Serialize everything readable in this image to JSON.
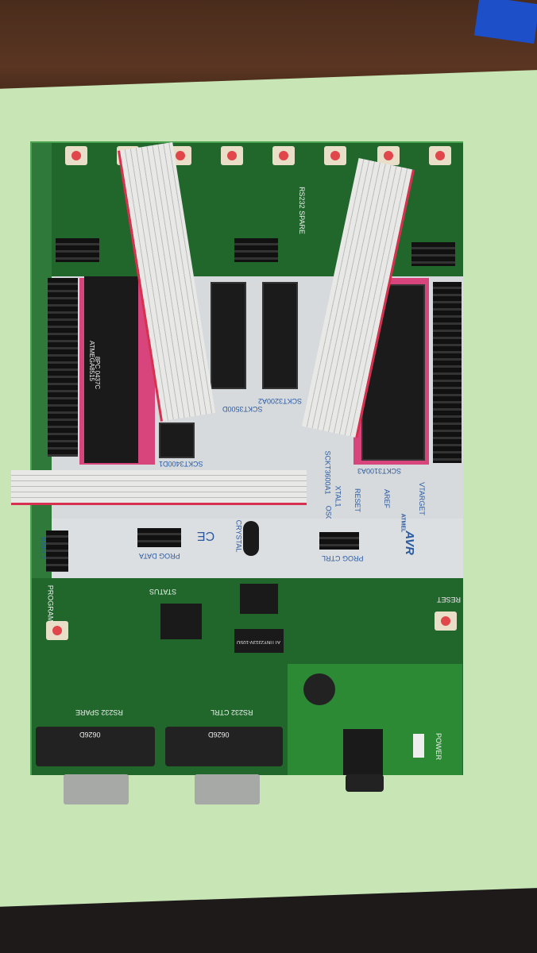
{
  "board": {
    "brand": "AVR",
    "logo": "ATMEL",
    "mcu": "ATMEGA8515",
    "mcu_sub": "8PC 0437C",
    "attiny": "ATTINY2313V-10SU",
    "labels": {
      "program": "PROGRAM",
      "reset": "RESET",
      "power": "POWER",
      "status": "STATUS",
      "rs232_spare": "RS232 SPARE",
      "rs232_ctrl": "RS232 CTRL",
      "rs232_spare_top": "RS232 SPARE",
      "prog_data": "PROG DATA",
      "prog_ctrl": "PROG CTRL",
      "crystal": "CRYSTAL",
      "oscsel": "OSCSEL",
      "xtal1": "XTAL1",
      "reset_jumper": "RESET",
      "aref": "AREF",
      "vtarget": "VTARGET",
      "ce": "CE",
      "bsel2": "BSEL2",
      "sckt3400d1": "SCKT3400D1",
      "sckt3600a1": "SCKT3600A1",
      "sckt3100a3": "SCKT3100A3",
      "sckt3200a2": "SCKT3200A2",
      "sckt3500d": "SCKT3500D",
      "db9a": "0626D",
      "db9b": "0626D"
    }
  },
  "colors": {
    "pcb": "#21672c",
    "paper": "#c8e5b6",
    "socket_pink": "#d8457c",
    "button_red": "#e0464a"
  }
}
